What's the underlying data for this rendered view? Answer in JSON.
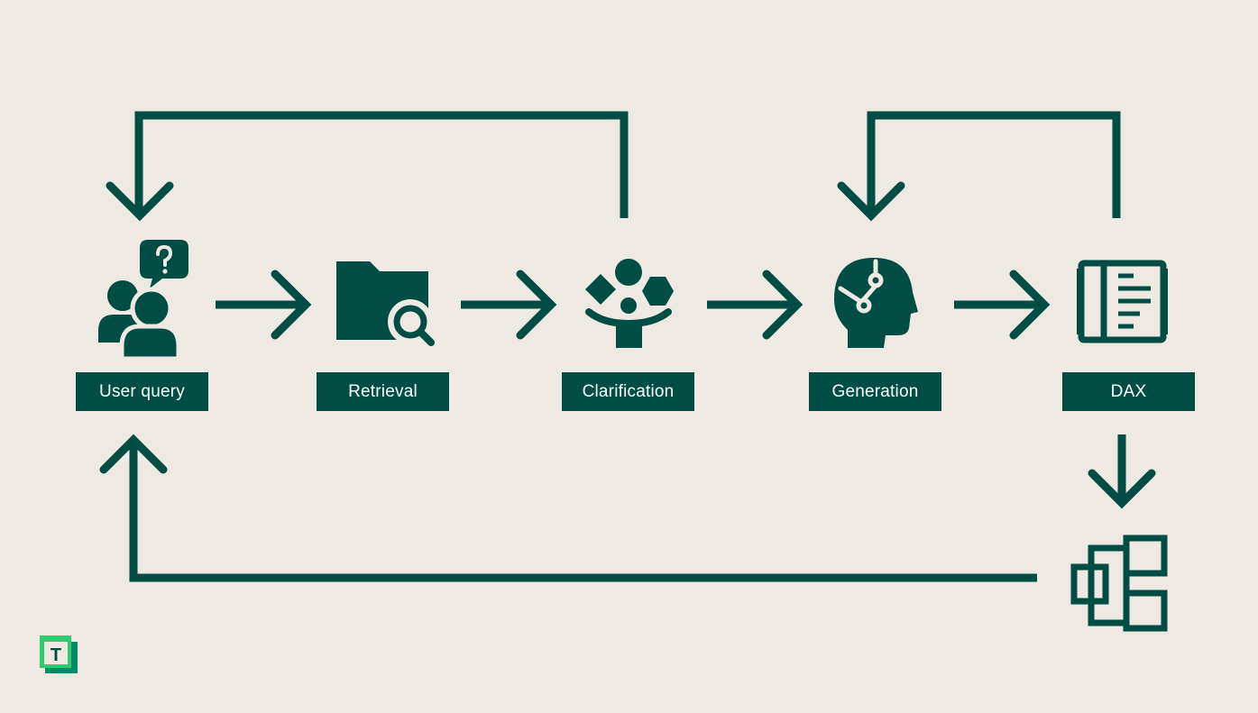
{
  "colors": {
    "background": "#EEE9E2",
    "primary": "#004D43",
    "logo_light": "#2ECC71",
    "logo_dark": "#008A66"
  },
  "stages": [
    {
      "label": "User query",
      "icon": "user-question-icon"
    },
    {
      "label": "Retrieval",
      "icon": "folder-search-icon"
    },
    {
      "label": "Clarification",
      "icon": "clarification-shapes-icon"
    },
    {
      "label": "Generation",
      "icon": "ai-head-icon"
    },
    {
      "label": "DAX",
      "icon": "code-document-icon"
    }
  ],
  "output_icon": "data-tables-icon",
  "logo": {
    "letter": "T"
  }
}
